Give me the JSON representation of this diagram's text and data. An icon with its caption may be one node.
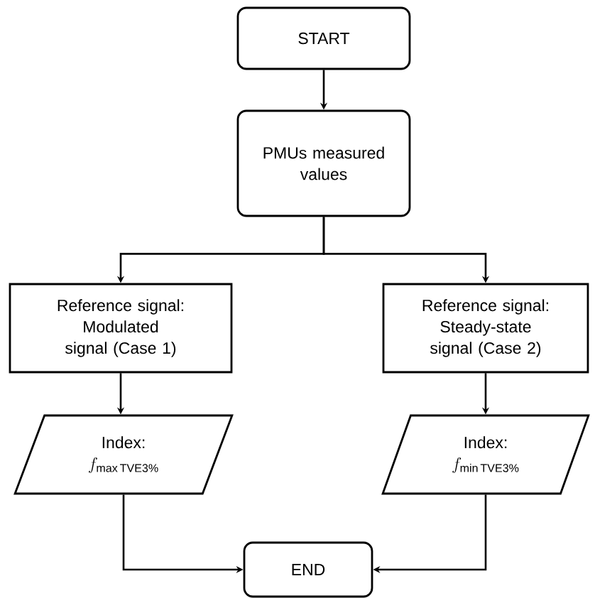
{
  "diagram": {
    "nodes": [
      {
        "text": [
          "START"
        ]
      },
      {
        "text": [
          "PMUs measured values"
        ]
      },
      {
        "text": [
          "Reference signal: Modulated signal (Case 1)"
        ]
      },
      {
        "text": [
          "Reference signal: Steady-state signal (Case 2)"
        ]
      },
      {
        "text": [
          "Index:",
          "f_{\\mathrm{max\\,TVE3\\%}}"
        ]
      },
      {
        "text": [
          "Index:",
          "f_{\\mathrm{min\\,TVE3\\%}}"
        ]
      },
      {
        "text": [
          "END"
        ]
      }
    ],
    "edges": [
      {
        "from": 0,
        "to": 1,
        "arrow": "to"
      },
      {
        "from": 1,
        "to": 2,
        "arrow": "to"
      },
      {
        "from": 1,
        "to": 3,
        "arrow": "to"
      },
      {
        "from": 2,
        "to": 4,
        "arrow": "to"
      },
      {
        "from": 3,
        "to": 5,
        "arrow": "to"
      },
      {
        "from": 4,
        "to": 6,
        "arrow": "to"
      },
      {
        "from": 5,
        "to": 6,
        "arrow": "to"
      }
    ]
  }
}
